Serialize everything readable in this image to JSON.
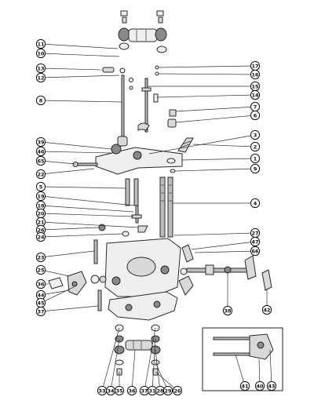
{
  "callouts": [
    {
      "id": "c11-l",
      "label": "11"
    },
    {
      "id": "c10-l",
      "label": "10"
    },
    {
      "id": "c13-l",
      "label": "13"
    },
    {
      "id": "c12-l",
      "label": "12"
    },
    {
      "id": "c8-l",
      "label": "8"
    },
    {
      "id": "c39-l",
      "label": "39"
    },
    {
      "id": "c46-l",
      "label": "46"
    },
    {
      "id": "c65-l",
      "label": "65"
    },
    {
      "id": "c22-l",
      "label": "22"
    },
    {
      "id": "c5-l",
      "label": "5"
    },
    {
      "id": "c19-l",
      "label": "19"
    },
    {
      "id": "c18-l",
      "label": "18"
    },
    {
      "id": "c20-l",
      "label": "20"
    },
    {
      "id": "c21-l",
      "label": "21"
    },
    {
      "id": "c26-l",
      "label": "26"
    },
    {
      "id": "c24-l",
      "label": "24"
    },
    {
      "id": "c23-l",
      "label": "23"
    },
    {
      "id": "c25-l",
      "label": "25"
    },
    {
      "id": "c36-l",
      "label": "36"
    },
    {
      "id": "c44-l",
      "label": "44"
    },
    {
      "id": "c45-l",
      "label": "45"
    },
    {
      "id": "c37-l",
      "label": "37"
    },
    {
      "id": "c17-r",
      "label": "17"
    },
    {
      "id": "c16-r",
      "label": "16"
    },
    {
      "id": "c15-r",
      "label": "15"
    },
    {
      "id": "c14-r",
      "label": "14"
    },
    {
      "id": "c7-r",
      "label": "7"
    },
    {
      "id": "c6-r",
      "label": "6"
    },
    {
      "id": "c3-r",
      "label": "3"
    },
    {
      "id": "c2-r",
      "label": "2"
    },
    {
      "id": "c1-r",
      "label": "1"
    },
    {
      "id": "c9-r",
      "label": "9"
    },
    {
      "id": "c4-r",
      "label": "4"
    },
    {
      "id": "c27-r",
      "label": "27"
    },
    {
      "id": "c47-r",
      "label": "47"
    },
    {
      "id": "c66-r",
      "label": "66"
    },
    {
      "id": "c38-r",
      "label": "38"
    },
    {
      "id": "c42-r",
      "label": "42"
    },
    {
      "id": "c33-b",
      "label": "33"
    },
    {
      "id": "c34-b",
      "label": "34"
    },
    {
      "id": "c35-b",
      "label": "35"
    },
    {
      "id": "c36-b",
      "label": "36"
    },
    {
      "id": "c37-b",
      "label": "37"
    },
    {
      "id": "c31-b",
      "label": "31"
    },
    {
      "id": "c28-b",
      "label": "28"
    },
    {
      "id": "c29-b",
      "label": "29"
    },
    {
      "id": "c26-b",
      "label": "26"
    },
    {
      "id": "c41-i",
      "label": "41"
    },
    {
      "id": "c40-i",
      "label": "40"
    },
    {
      "id": "c43-i",
      "label": "43"
    }
  ]
}
